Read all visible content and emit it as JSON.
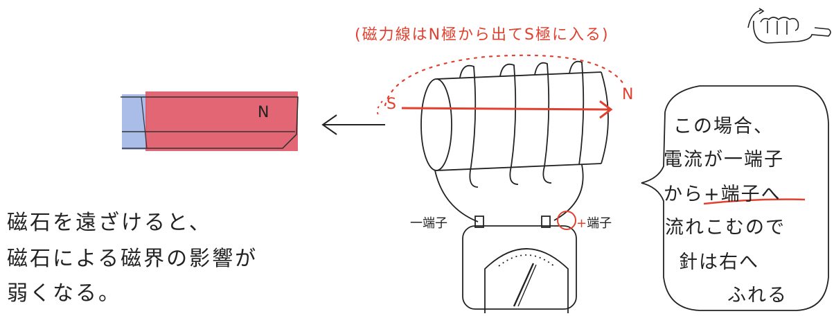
{
  "note": {
    "text": "(磁力線はN極から出てS極に入る)",
    "hand_icon": "right-hand-rule-icon"
  },
  "magnet": {
    "n_label": "N",
    "colors": {
      "n_pole": "#e05566",
      "s_pole": "#7f9fd8"
    }
  },
  "coil": {
    "s_label": "S",
    "n_label": "N",
    "field_color": "#e2402e"
  },
  "meter": {
    "minus_label": "一端子",
    "plus_label": "端子",
    "plus_sign": "+"
  },
  "explanation": {
    "line1": "磁石を遠ざけると、",
    "line2": "磁石による磁界の影響が",
    "line3": "弱くなる。"
  },
  "bubble": {
    "line1": "この場合、",
    "line2": "電流が一端子",
    "line3_a": "から",
    "line3_b": "+端子へ",
    "line4": "流れこむので",
    "line5": "針は右へ",
    "line6": "ふれる"
  }
}
